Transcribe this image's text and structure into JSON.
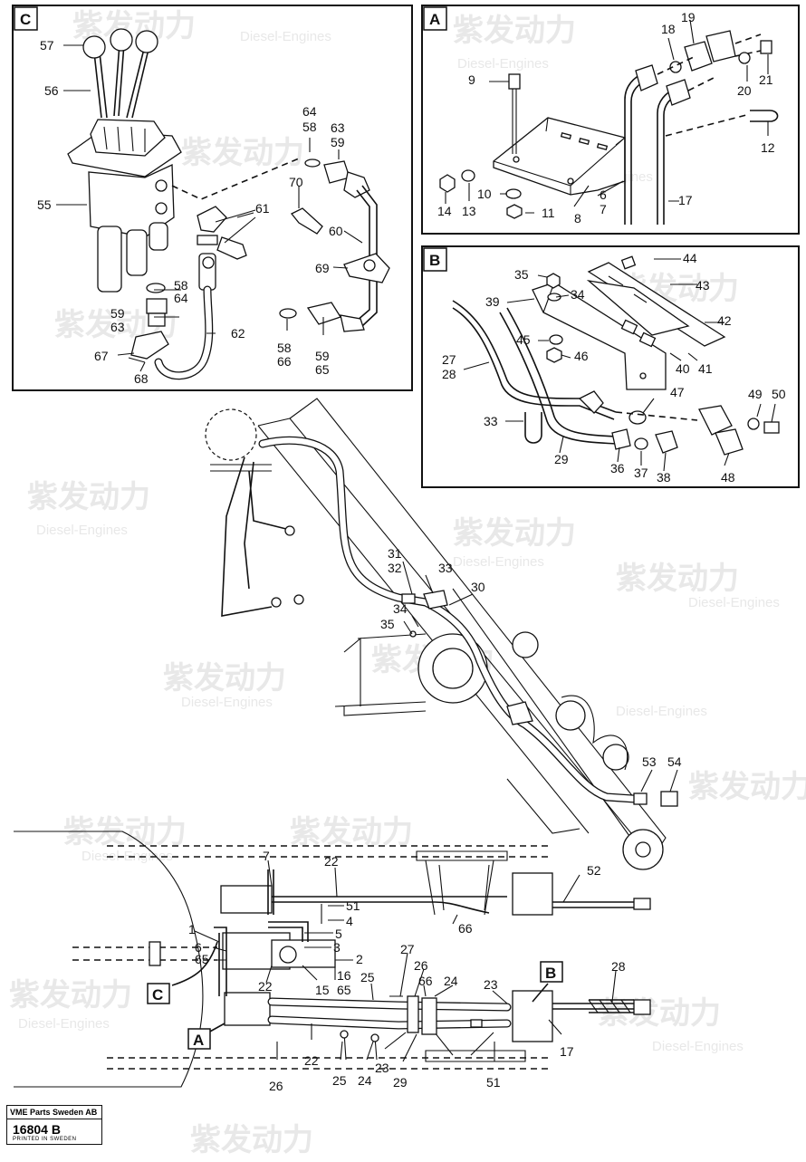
{
  "watermark": {
    "brand": "紫发动力",
    "sub": "Diesel-Engines"
  },
  "sections": {
    "c": "C",
    "a": "A",
    "b": "B"
  },
  "callouts": {
    "c": [
      "57",
      "56",
      "55",
      "64",
      "58",
      "63",
      "59",
      "70",
      "61",
      "60",
      "69",
      "58",
      "64",
      "59",
      "63",
      "67",
      "68",
      "62",
      "58",
      "66",
      "59",
      "65"
    ],
    "a": [
      "19",
      "18",
      "9",
      "20",
      "21",
      "12",
      "14",
      "13",
      "10",
      "11",
      "8",
      "6",
      "7",
      "17"
    ],
    "b": [
      "44",
      "35",
      "34",
      "43",
      "42",
      "39",
      "27",
      "28",
      "45",
      "46",
      "40",
      "41",
      "47",
      "49",
      "50",
      "33",
      "29",
      "36",
      "37",
      "38",
      "48"
    ],
    "main": [
      "31",
      "32",
      "33",
      "30",
      "34",
      "35",
      "53",
      "54",
      "7",
      "22",
      "51",
      "4",
      "5",
      "3",
      "2",
      "1",
      "6",
      "65",
      "66",
      "27",
      "26",
      "25",
      "22",
      "15",
      "16",
      "65",
      "66",
      "24",
      "23",
      "28",
      "52",
      "17",
      "22",
      "26",
      "25",
      "24",
      "23",
      "29",
      "51"
    ],
    "pointers": [
      "C",
      "A",
      "B"
    ]
  },
  "footer": {
    "company": "VME Parts Sweden AB",
    "drawing_number": "16804",
    "suffix": "B",
    "printed": "PRINTED IN SWEDEN"
  }
}
